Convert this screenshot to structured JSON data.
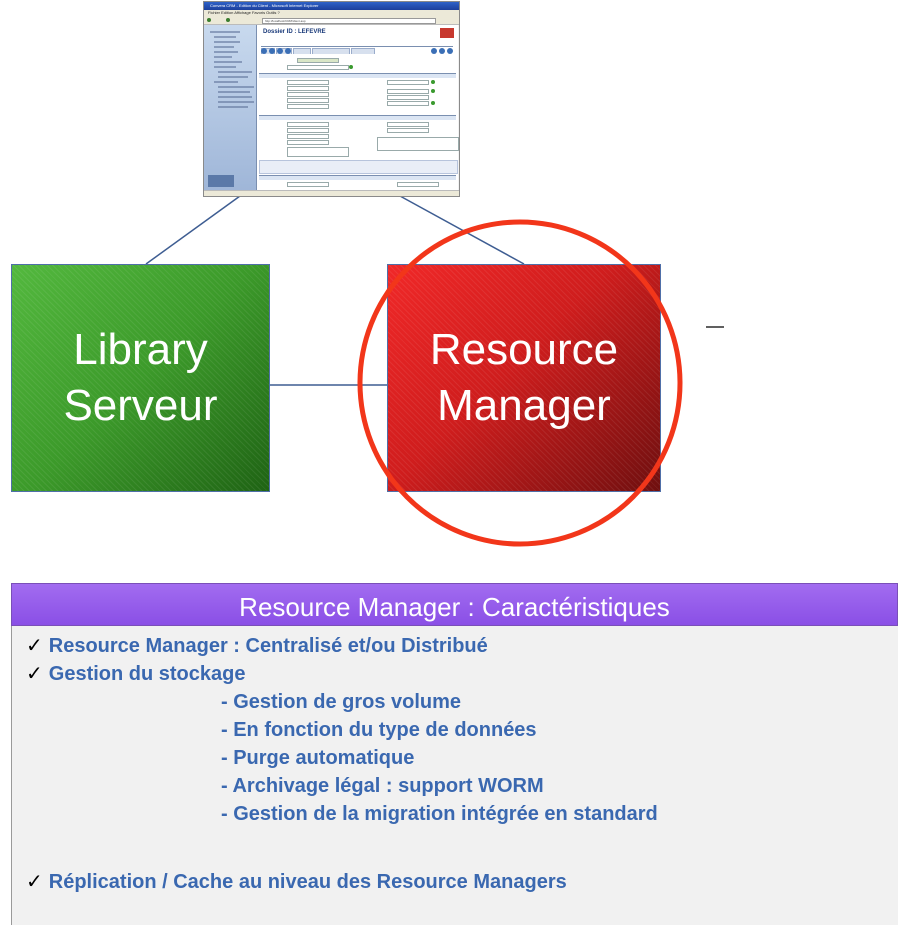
{
  "screenshot": {
    "window_title": "Convera CRM - Edition du Client - Microsoft Internet Explorer",
    "menu": "Fichier  Edition  Affichage  Favoris  Outils  ?",
    "address": "http://localhost/CRM/client.asp",
    "dossier_title": "Dossier ID : LEFEVRE"
  },
  "blocks": {
    "library": {
      "line1": "Library",
      "line2": "Serveur"
    },
    "resource": {
      "line1": "Resource",
      "line2": "Manager"
    }
  },
  "features": {
    "title": "Resource Manager :  Caractéristiques",
    "items": [
      {
        "check": "✓",
        "text": "Resource Manager : Centralisé et/ou Distribué"
      },
      {
        "check": "✓",
        "text": "Gestion du stockage"
      },
      {
        "check": "",
        "text": "- Gestion de gros volume"
      },
      {
        "check": "",
        "text": "- En fonction du type de données"
      },
      {
        "check": "",
        "text": "- Purge automatique"
      },
      {
        "check": "",
        "text": "- Archivage légal : support WORM"
      },
      {
        "check": "",
        "text": "- Gestion de la migration intégrée en standard"
      },
      {
        "check": "✓",
        "text": "Réplication / Cache au niveau des Resource Managers"
      }
    ]
  },
  "colors": {
    "library_green": "#3c9a2a",
    "resource_red": "#cf1d1d",
    "highlight_circle": "#f2361a",
    "header_purple": "#9a5ff0",
    "feature_text": "#3a68b0",
    "connector": "#3e5d92"
  }
}
